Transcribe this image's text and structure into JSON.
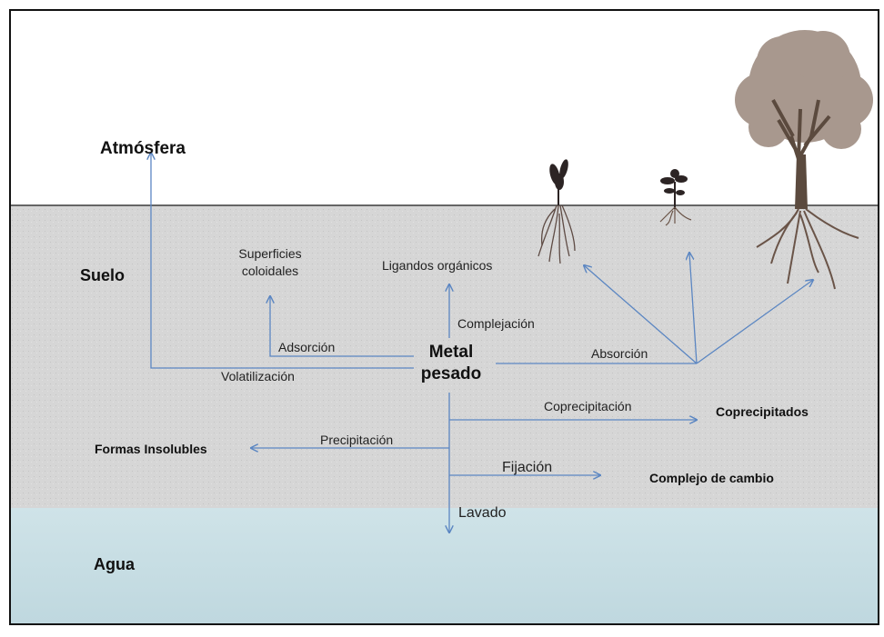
{
  "zones": {
    "atmosphere": "Atmósfera",
    "soil": "Suelo",
    "water": "Agua"
  },
  "center": {
    "line1": "Metal",
    "line2": "pesado"
  },
  "processes": {
    "volatilization": "Volatilización",
    "adsorption": "Adsorción",
    "complexation": "Complejación",
    "absorption": "Absorción",
    "coprecipitation": "Coprecipitación",
    "precipitation": "Precipitación",
    "fixation": "Fijación",
    "leaching": "Lavado"
  },
  "products": {
    "colloidal_1": "Superficies",
    "colloidal_2": "coloidales",
    "organic_ligands": "Ligandos orgánicos",
    "coprecipitates": "Coprecipitados",
    "insoluble_forms": "Formas Insolubles",
    "exchange_complex": "Complejo de cambio"
  },
  "colors": {
    "arrow": "#5b86c2",
    "soil": "#d4d4d4",
    "water": "#c9dfe5",
    "tree_canopy": "#a7988f",
    "trunk": "#5b4a3e"
  }
}
